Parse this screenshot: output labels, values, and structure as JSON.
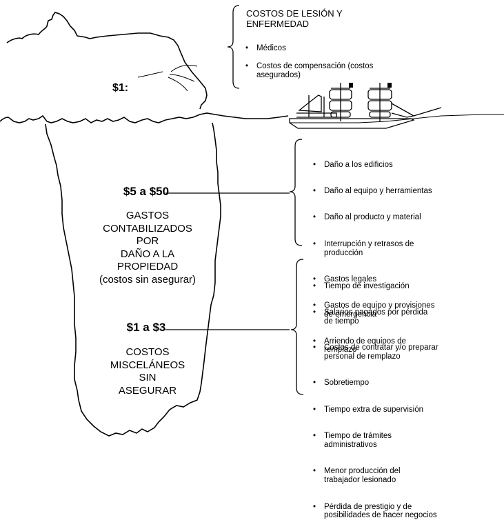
{
  "top": {
    "title": "COSTOS DE LESIÓN Y\nENFERMEDAD",
    "items": [
      "Médicos",
      "Costos de compensación (costos\nasegurados)"
    ],
    "amount": "$1:"
  },
  "middle": {
    "amount": "$5 a $50",
    "caption": "GASTOS\nCONTABILIZADOS\nPOR\nDAÑO A LA\nPROPIEDAD\n(costos sin asegurar)",
    "items": [
      "Daño a los edificios",
      "Daño al equipo y herramientas",
      "Daño al producto y material",
      "Interrupción y retrasos de\nproducción",
      "Gastos legales",
      "Gastos de equipo y provisiones\nde emergencia",
      "Arriendo de equipos de\nremplazo"
    ]
  },
  "bottom": {
    "amount": "$1 a $3",
    "caption": "COSTOS\nMISCELÁNEOS\nSIN\nASEGURAR",
    "items": [
      "Tiempo de investigación",
      "Salarios pagados por pérdida\nde tiempo",
      "Costos de contratar y/o preparar\npersonal de remplazo",
      "Sobretiempo",
      "Tiempo extra de supervisión",
      "Tiempo de trámites\nadministrativos",
      "Menor producción del\ntrabajador lesionado",
      "Pérdida de prestigio y de\nposibilidades de hacer negocios"
    ]
  }
}
